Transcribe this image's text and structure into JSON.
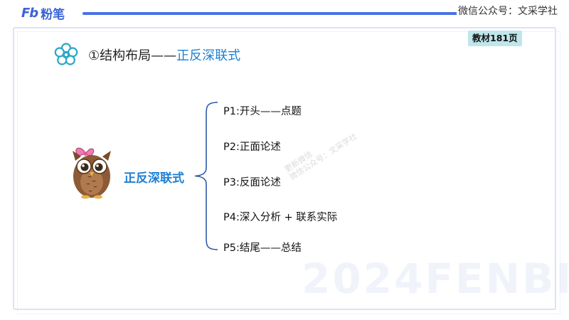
{
  "brand": {
    "logo_mark": "Fb",
    "logo_text": "粉笔",
    "accent": "#3b63d8"
  },
  "wechat_label": "微信公众号：文采学社",
  "page_badge": "教材181页",
  "heading": {
    "icon": "flower-icon",
    "prefix": "①结构布局——",
    "highlight": "正反深联式",
    "highlight_color": "#1d80d6"
  },
  "mindmap": {
    "center_label": "正反深联式",
    "mascot": "owl-mascot",
    "items": [
      "P1:开头——点题",
      "P2:正面论述",
      "P3:反面论述",
      "P4:深入分析 + 联系实际",
      "P5:结尾——总结"
    ]
  },
  "watermarks": {
    "diagonal_line1": "更新微信",
    "diagonal_line2": "微信公众号：文采学社",
    "background": "2024FENBI"
  }
}
